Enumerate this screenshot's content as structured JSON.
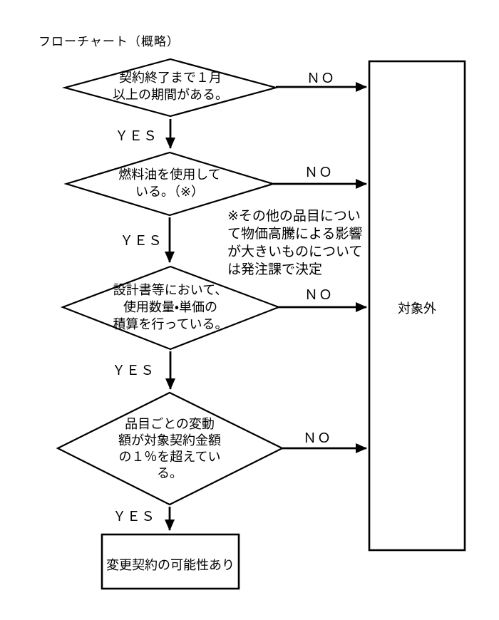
{
  "page": {
    "title": "フローチャート（概略）"
  },
  "flow": {
    "yes_label": "ＹＥＳ",
    "no_label": "ＮＯ",
    "decisions": [
      {
        "label": "契約終了まで１月\n以上の期間がある。"
      },
      {
        "label": "燃料油を使用して\nいる。（※）"
      },
      {
        "label": "設計書等において、\n使用数量・単価の\n積算を行っている。"
      },
      {
        "label": "品目ごとの変動\n額が対象契約金額\nの１％を超えてい\nる。"
      }
    ],
    "note": "※その他の品目につい\nて物価高騰による影響\nが大きいものについて\nは発注課で決定",
    "outcomes": {
      "excluded": "対象外",
      "possible": "変更契約の可能性あり"
    },
    "colors": {
      "line": "#000000",
      "background": "#ffffff"
    }
  }
}
